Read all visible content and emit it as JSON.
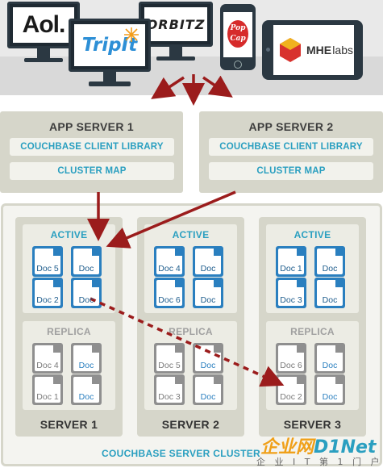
{
  "devices": {
    "aol_logo": "Aol.",
    "tripit_logo": "TripIt",
    "orbitz_logo": "ORBITZ",
    "popcap_logo_top": "Pop",
    "popcap_logo_bottom": "Cap",
    "mhe_logo": "MHE",
    "mhe_logo_suffix": "labs"
  },
  "app_servers": [
    {
      "title": "APP SERVER 1",
      "library": "COUCHBASE CLIENT LIBRARY",
      "map": "CLUSTER MAP"
    },
    {
      "title": "APP SERVER 2",
      "library": "COUCHBASE CLIENT LIBRARY",
      "map": "CLUSTER MAP"
    }
  ],
  "cluster": {
    "label": "COUCHBASE SERVER CLUSTER",
    "servers": [
      {
        "name": "SERVER 1",
        "active_title": "ACTIVE",
        "replica_title": "REPLICA",
        "active_docs": [
          "Doc 5",
          "Doc",
          "Doc 2",
          "Doc"
        ],
        "replica_docs": [
          "Doc 4",
          "Doc",
          "Doc 1",
          "Doc"
        ]
      },
      {
        "name": "SERVER 2",
        "active_title": "ACTIVE",
        "replica_title": "REPLICA",
        "active_docs": [
          "Doc 4",
          "Doc",
          "Doc 6",
          "Doc"
        ],
        "replica_docs": [
          "Doc 5",
          "Doc",
          "Doc 3",
          "Doc"
        ]
      },
      {
        "name": "SERVER 3",
        "active_title": "ACTIVE",
        "replica_title": "REPLICA",
        "active_docs": [
          "Doc 1",
          "Doc",
          "Doc 3",
          "Doc"
        ],
        "replica_docs": [
          "Doc 6",
          "Doc",
          "Doc 2",
          "Doc"
        ]
      }
    ]
  },
  "colors": {
    "arrow": "#9b1c1c",
    "accent_blue": "#2a9fc0",
    "doc_blue": "#2a7fbf",
    "panel_gray": "#d6d6ca"
  },
  "watermark": {
    "logo_prefix": "企业网",
    "logo_suffix": "D1Net",
    "tagline": "企 业 I T 第 1 门 户"
  }
}
